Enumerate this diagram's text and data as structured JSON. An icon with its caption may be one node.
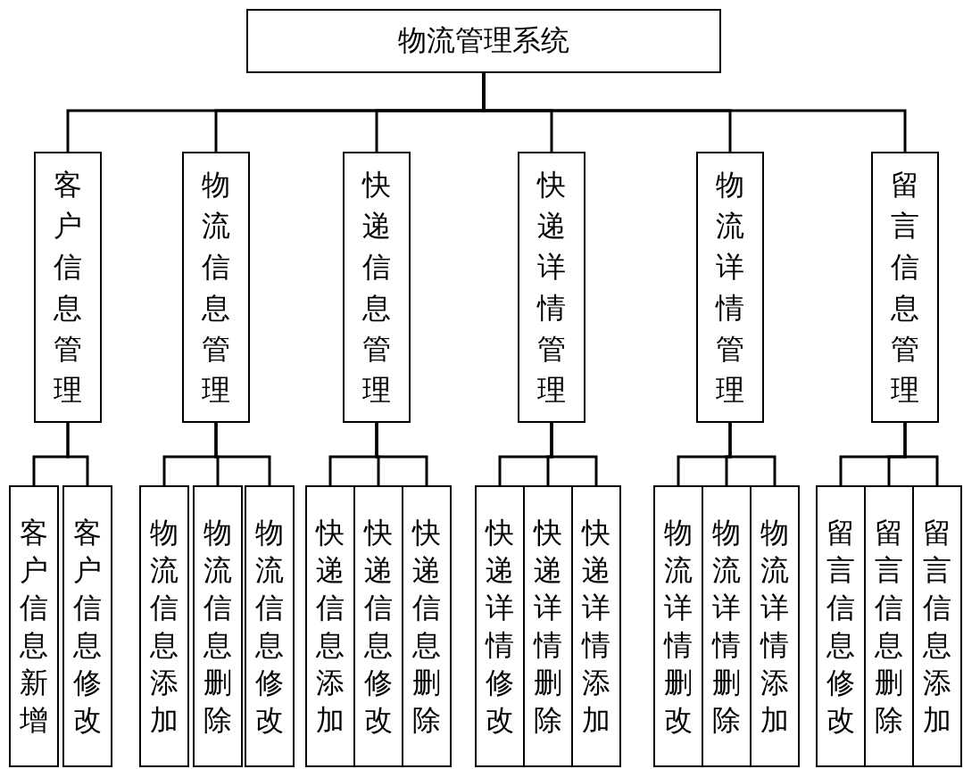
{
  "diagram": {
    "nodes": [
      {
        "text": [
          "物流管理系统"
        ]
      },
      {
        "text": [
          "客户信息管理"
        ]
      },
      {
        "text": [
          "物流信息管理"
        ]
      },
      {
        "text": [
          "快递信息管理"
        ]
      },
      {
        "text": [
          "快递详情管理"
        ]
      },
      {
        "text": [
          "物流详情管理"
        ]
      },
      {
        "text": [
          "留言信息管理"
        ]
      },
      {
        "text": [
          "客户信息新增"
        ]
      },
      {
        "text": [
          "客户信息修改"
        ]
      },
      {
        "text": [
          "物流信息添加"
        ]
      },
      {
        "text": [
          "物流信息删除"
        ]
      },
      {
        "text": [
          "物流信息修改"
        ]
      },
      {
        "text": [
          "快递信息添加"
        ]
      },
      {
        "text": [
          "快递信息修改"
        ]
      },
      {
        "text": [
          "快递信息删除"
        ]
      },
      {
        "text": [
          "快递详情修改"
        ]
      },
      {
        "text": [
          "快递详情删除"
        ]
      },
      {
        "text": [
          "快递详情添加"
        ]
      },
      {
        "text": [
          "物流详情删改"
        ]
      },
      {
        "text": [
          "物流详情删除"
        ]
      },
      {
        "text": [
          "物流详情添加"
        ]
      },
      {
        "text": [
          "留言信息修改"
        ]
      },
      {
        "text": [
          "留言信息删除"
        ]
      },
      {
        "text": [
          "留言信息添加"
        ]
      }
    ],
    "edges": [
      {
        "from": 0,
        "to": 1,
        "arrow": "none"
      },
      {
        "from": 0,
        "to": 2,
        "arrow": "none"
      },
      {
        "from": 0,
        "to": 3,
        "arrow": "none"
      },
      {
        "from": 0,
        "to": 4,
        "arrow": "none"
      },
      {
        "from": 0,
        "to": 5,
        "arrow": "none"
      },
      {
        "from": 0,
        "to": 6,
        "arrow": "none"
      },
      {
        "from": 1,
        "to": 7,
        "arrow": "none"
      },
      {
        "from": 1,
        "to": 8,
        "arrow": "none"
      },
      {
        "from": 2,
        "to": 9,
        "arrow": "none"
      },
      {
        "from": 2,
        "to": 10,
        "arrow": "none"
      },
      {
        "from": 2,
        "to": 11,
        "arrow": "none"
      },
      {
        "from": 3,
        "to": 12,
        "arrow": "none"
      },
      {
        "from": 3,
        "to": 13,
        "arrow": "none"
      },
      {
        "from": 3,
        "to": 14,
        "arrow": "none"
      },
      {
        "from": 4,
        "to": 15,
        "arrow": "none"
      },
      {
        "from": 4,
        "to": 16,
        "arrow": "none"
      },
      {
        "from": 4,
        "to": 17,
        "arrow": "none"
      },
      {
        "from": 5,
        "to": 18,
        "arrow": "none"
      },
      {
        "from": 5,
        "to": 19,
        "arrow": "none"
      },
      {
        "from": 5,
        "to": 20,
        "arrow": "none"
      },
      {
        "from": 6,
        "to": 21,
        "arrow": "none"
      },
      {
        "from": 6,
        "to": 22,
        "arrow": "none"
      },
      {
        "from": 6,
        "to": 23,
        "arrow": "none"
      }
    ]
  }
}
